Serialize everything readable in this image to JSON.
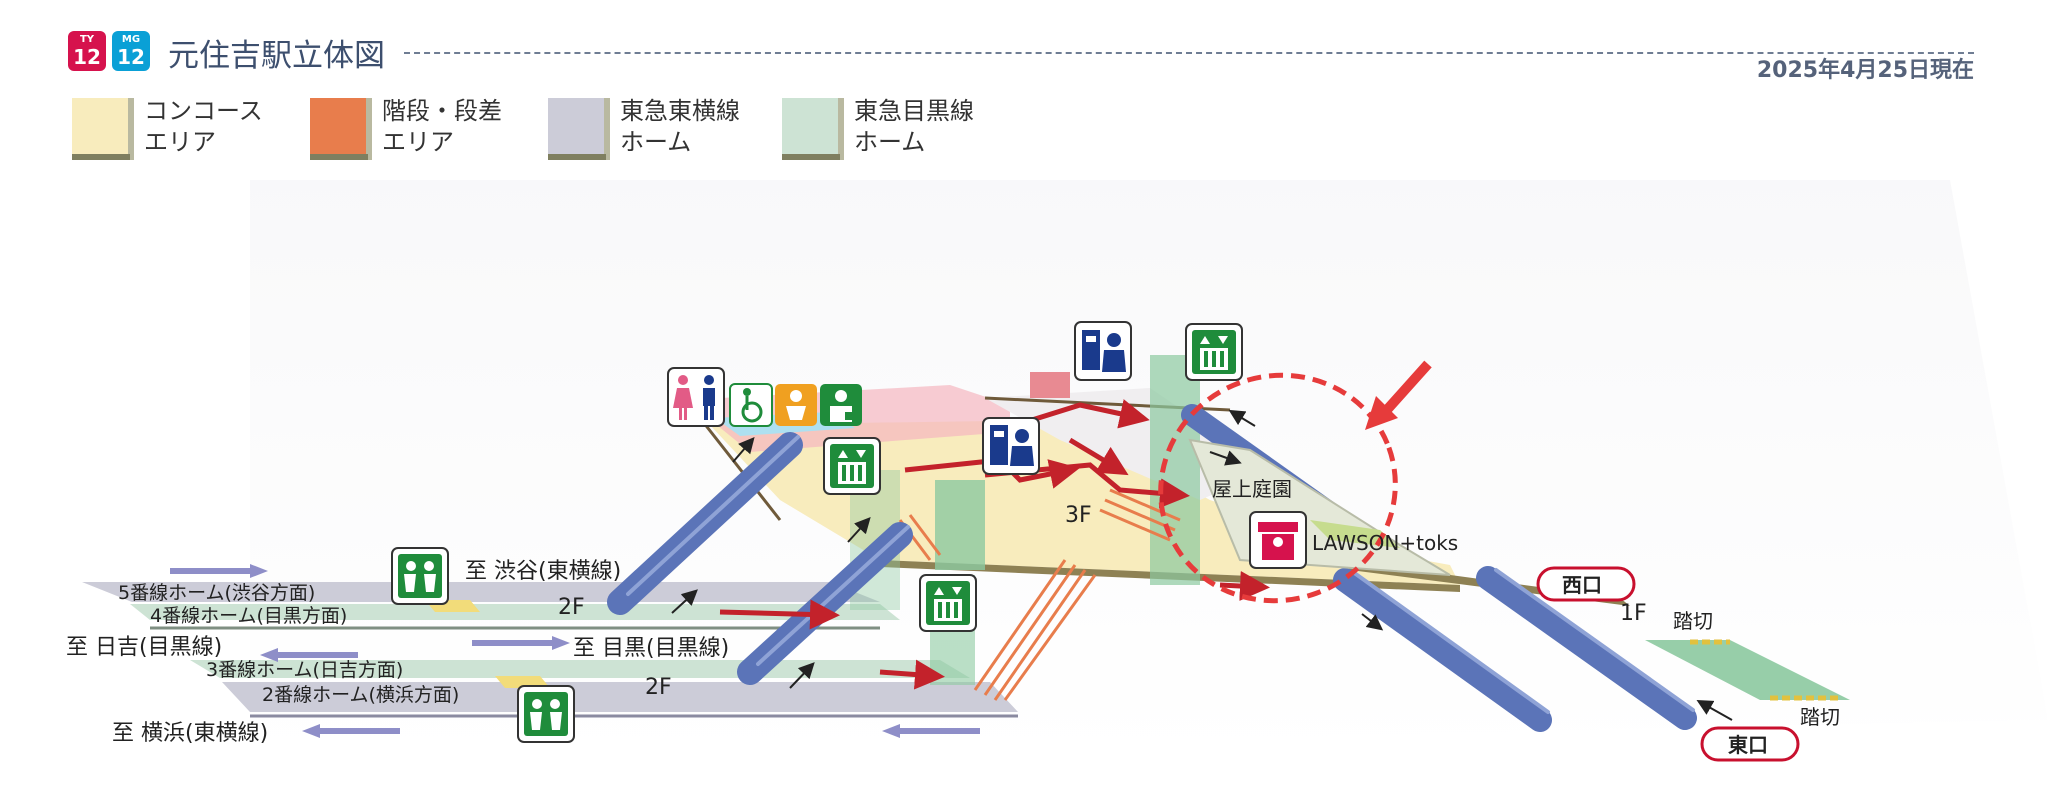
{
  "header": {
    "badges": [
      {
        "code": "TY",
        "number": "12",
        "color": "#d6124d"
      },
      {
        "code": "MG",
        "number": "12",
        "color": "#0aa0d6"
      }
    ],
    "title": "元住吉駅立体図",
    "date": "2025年4月25日現在"
  },
  "legend": [
    {
      "line1": "コンコース",
      "line2": "エリア",
      "color": "#f8ecbd"
    },
    {
      "line1": "階段・段差",
      "line2": "エリア",
      "color": "#e87d4c"
    },
    {
      "line1": "東急東横線",
      "line2": "ホーム",
      "color": "#ccccd8"
    },
    {
      "line1": "東急目黒線",
      "line2": "ホーム",
      "color": "#cde3d4"
    }
  ],
  "labels": {
    "to_shibuya": "至 渋谷(東横線)",
    "to_meguro": "至 目黒(目黒線)",
    "to_hiyoshi": "至 日吉(目黒線)",
    "to_yokohama": "至 横浜(東横線)",
    "platform5": "5番線ホーム(渋谷方面)",
    "platform4": "4番線ホーム(目黒方面)",
    "platform3": "3番線ホーム(日吉方面)",
    "platform2": "2番線ホーム(横浜方面)",
    "floor_2f_upper": "2F",
    "floor_2f_lower": "2F",
    "floor_3f": "3F",
    "floor_1f": "1F",
    "rooftop_garden": "屋上庭園",
    "shop": "LAWSON+toks",
    "west_exit": "西口",
    "east_exit": "東口",
    "crossing_upper": "踏切",
    "crossing_lower": "踏切"
  },
  "icons": [
    "restroom-icon",
    "wheelchair-icon",
    "baby-icon",
    "ostomate-icon",
    "elevator-icon",
    "ticket-machine-icon",
    "transfer-icon",
    "shop-icon",
    "highlight-arrow-icon",
    "highlight-circle-icon"
  ],
  "colors": {
    "concourse": "#f8ecbd",
    "stairs": "#e87d4c",
    "toyoko_platform": "#ccccd8",
    "meguro_platform": "#cde3d4",
    "escalator": "#5b74b8",
    "route_arrow": "#c3222b",
    "highlight": "#e63b3b",
    "exit_border": "#c8102e",
    "icon_green": "#1f8c3b",
    "icon_navy": "#1a3a8c"
  }
}
